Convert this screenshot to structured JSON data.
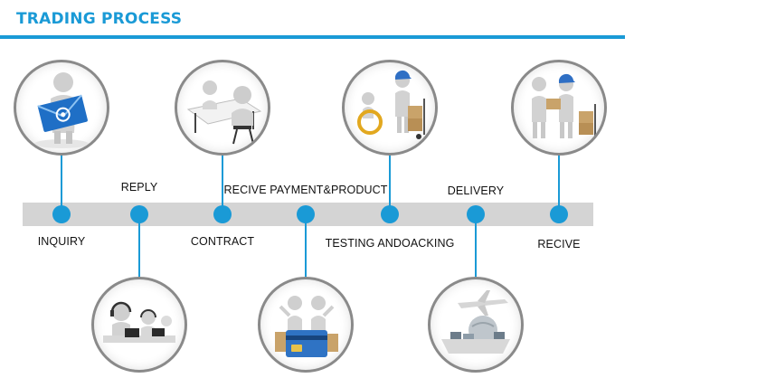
{
  "header": {
    "title": "TRADING PROCESS"
  },
  "colors": {
    "accent": "#1a9ad6",
    "track": "#d4d4d4",
    "ring": "#8a8a8a",
    "figure": "#c9c9c9",
    "box": "#c9a36a"
  },
  "steps": [
    {
      "label": "INQUIRY",
      "icon": "email-figure-icon"
    },
    {
      "label": "REPLY",
      "icon": "call-center-icon"
    },
    {
      "label": "CONTRACT",
      "icon": "meeting-table-icon"
    },
    {
      "label": "RECIVE PAYMENT&PRODUCT",
      "icon": "payment-card-icon"
    },
    {
      "label": "TESTING ANDOACKING",
      "icon": "packing-cart-icon"
    },
    {
      "label": "DELIVERY",
      "icon": "plane-ship-icon"
    },
    {
      "label": "RECIVE",
      "icon": "package-handover-icon"
    }
  ]
}
